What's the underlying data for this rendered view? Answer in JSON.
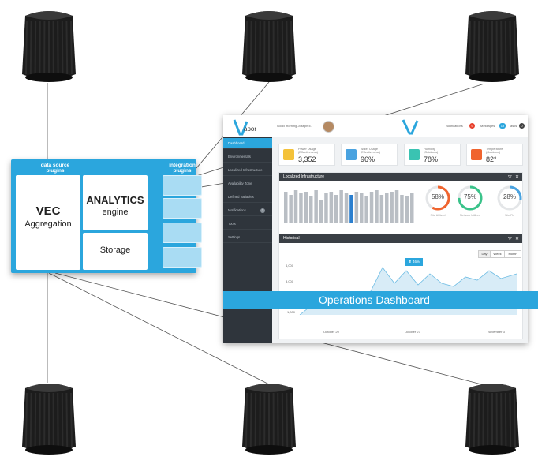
{
  "vec": {
    "data_source_header": "data source\nplugins",
    "integration_header": "integration\nplugins",
    "vec_title": "VEC",
    "vec_subtitle": "Aggregation",
    "analytics_title": "ANALYTICS",
    "analytics_subtitle": "engine",
    "storage": "Storage"
  },
  "dashboard": {
    "greeting": "Good morning Joseph E.",
    "notifications": "Notifications",
    "notifications_count": "9",
    "messages": "Messages",
    "messages_count": "19",
    "tasks": "Tasks",
    "tasks_count": "0",
    "nav": [
      "Dashboard",
      "Environmentals",
      "Localized Infrastructure",
      "Availability Zone",
      "Defined Variables",
      "Notifications",
      "Tools",
      "Settings"
    ],
    "nav_badge": "3",
    "cards": [
      {
        "label": "Power Usage\n(Effectiveness)",
        "value": "3,352",
        "color": "#f4c23a"
      },
      {
        "label": "Water Usage\n(Effectiveness)",
        "value": "96%",
        "color": "#4aa3e0"
      },
      {
        "label": "Humidity\n(Outdoors)",
        "value": "78%",
        "color": "#3ac3b2"
      },
      {
        "label": "Temperature\n(Outdoors)",
        "value": "82°",
        "color": "#f0642e"
      }
    ],
    "localized_title": "Localized Infrastructure",
    "rings": [
      {
        "value": "58",
        "label": "Site Utilized",
        "color": "#f0642e",
        "fraction": 0.58
      },
      {
        "value": "75",
        "label": "Network Utilized",
        "color": "#3ac38a",
        "fraction": 0.75
      },
      {
        "value": "28",
        "label": "Site Fix",
        "color": "#4aa3e0",
        "fraction": 0.28
      }
    ],
    "historical_title": "Historical",
    "range_tabs": [
      "Day",
      "Week",
      "Month"
    ],
    "tooltip": "46%",
    "y_ticks": [
      "4,000",
      "3,000",
      "1,000"
    ],
    "x_ticks": [
      "October 20",
      "October 27",
      "November 3"
    ],
    "banner": "Operations Dashboard"
  },
  "colors": {
    "accent": "#2ba6dd",
    "sidebar": "#2f353c"
  }
}
